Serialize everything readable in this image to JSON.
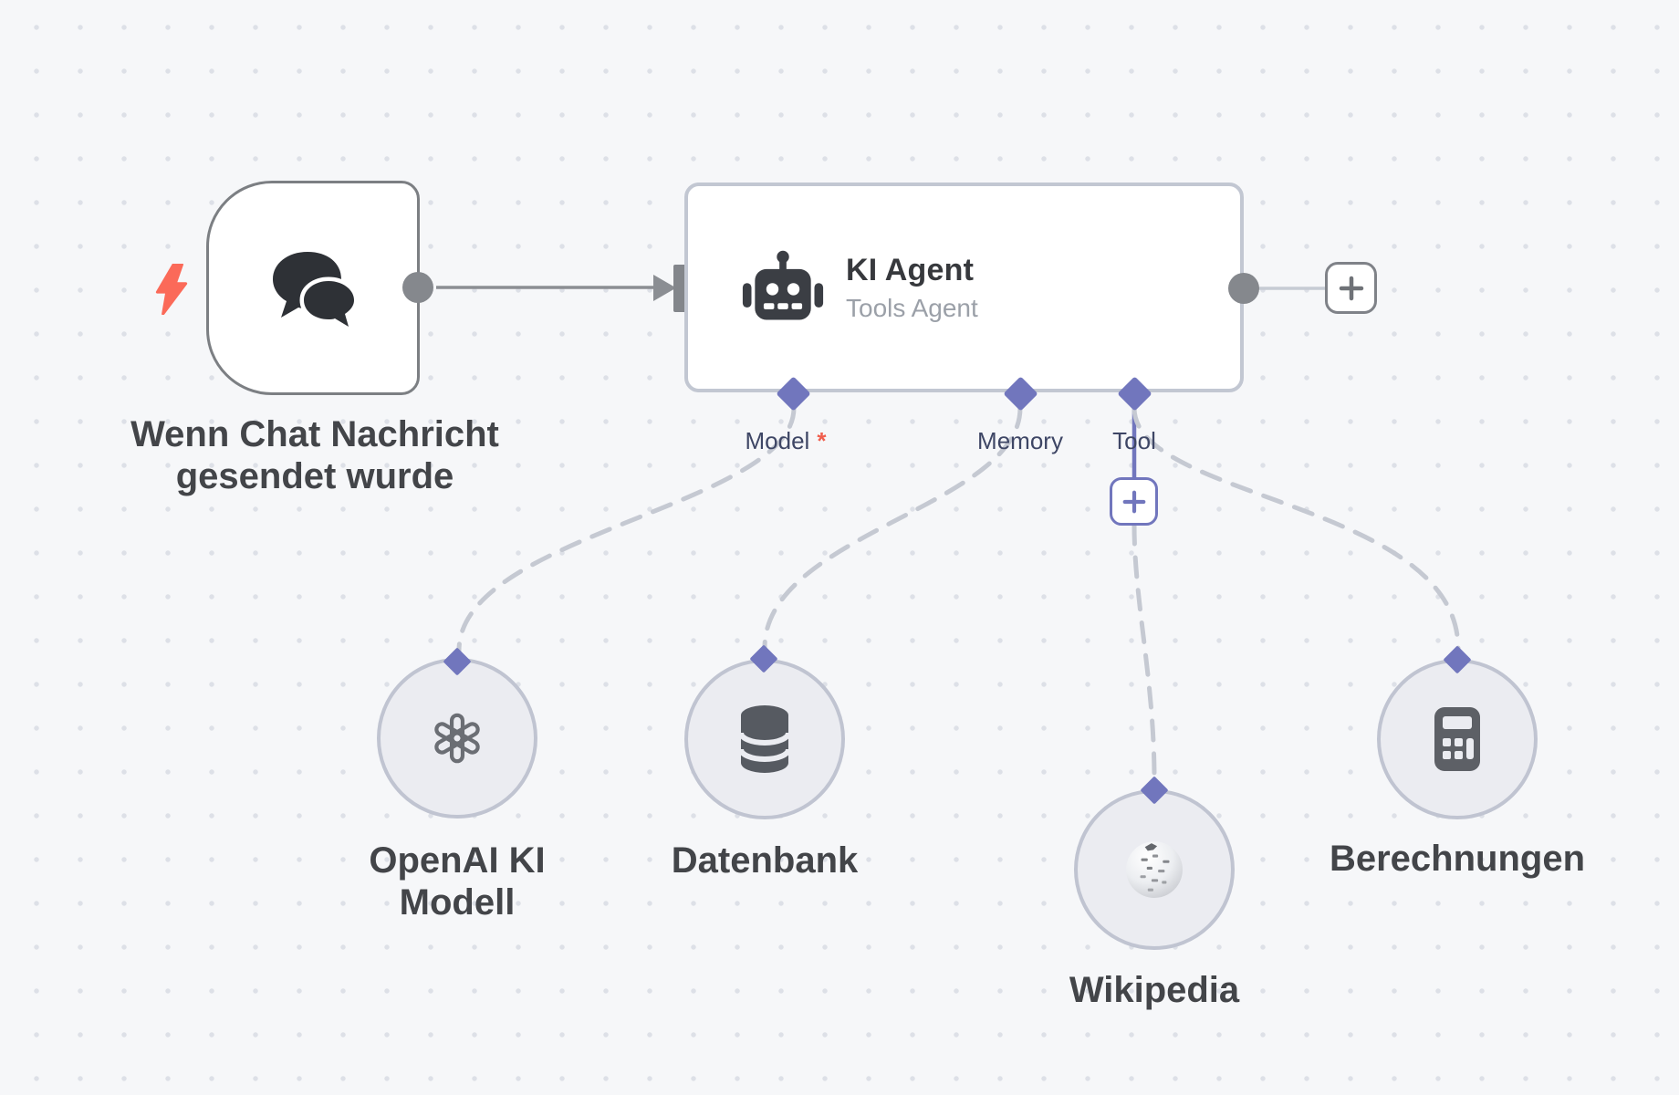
{
  "workflow": {
    "trigger": {
      "label_line1": "Wenn Chat Nachricht",
      "label_line2": "gesendet wurde",
      "icon": "chat-bubbles-icon",
      "badge_icon": "lightning-bolt-icon"
    },
    "agent": {
      "title": "KI Agent",
      "subtitle": "Tools Agent",
      "icon": "robot-icon",
      "ports": [
        {
          "label": "Model",
          "required_marker": "*"
        },
        {
          "label": "Memory"
        },
        {
          "label": "Tool"
        }
      ]
    },
    "tools": [
      {
        "label_line1": "OpenAI KI",
        "label_line2": "Modell",
        "icon": "openai-logo-icon"
      },
      {
        "label_line1": "Datenbank",
        "icon": "database-icon"
      },
      {
        "label_line1": "Wikipedia",
        "icon": "wikipedia-globe-icon"
      },
      {
        "label_line1": "Berechnungen",
        "icon": "calculator-icon"
      }
    ],
    "colors": {
      "canvas_background": "#f6f7f9",
      "grid_dot": "#dde0e7",
      "accent_purple": "#7176bd",
      "connector_gray": "#85888d",
      "dashed_line": "#c5c9d2",
      "agent_border": "#c2c7d2",
      "trigger_border": "#7c7f83",
      "required_red": "#f05e4d",
      "lightning_coral": "#fb6a59",
      "tool_circle_fill": "#ebecf1",
      "tool_circle_border": "#c0c4d1"
    }
  }
}
